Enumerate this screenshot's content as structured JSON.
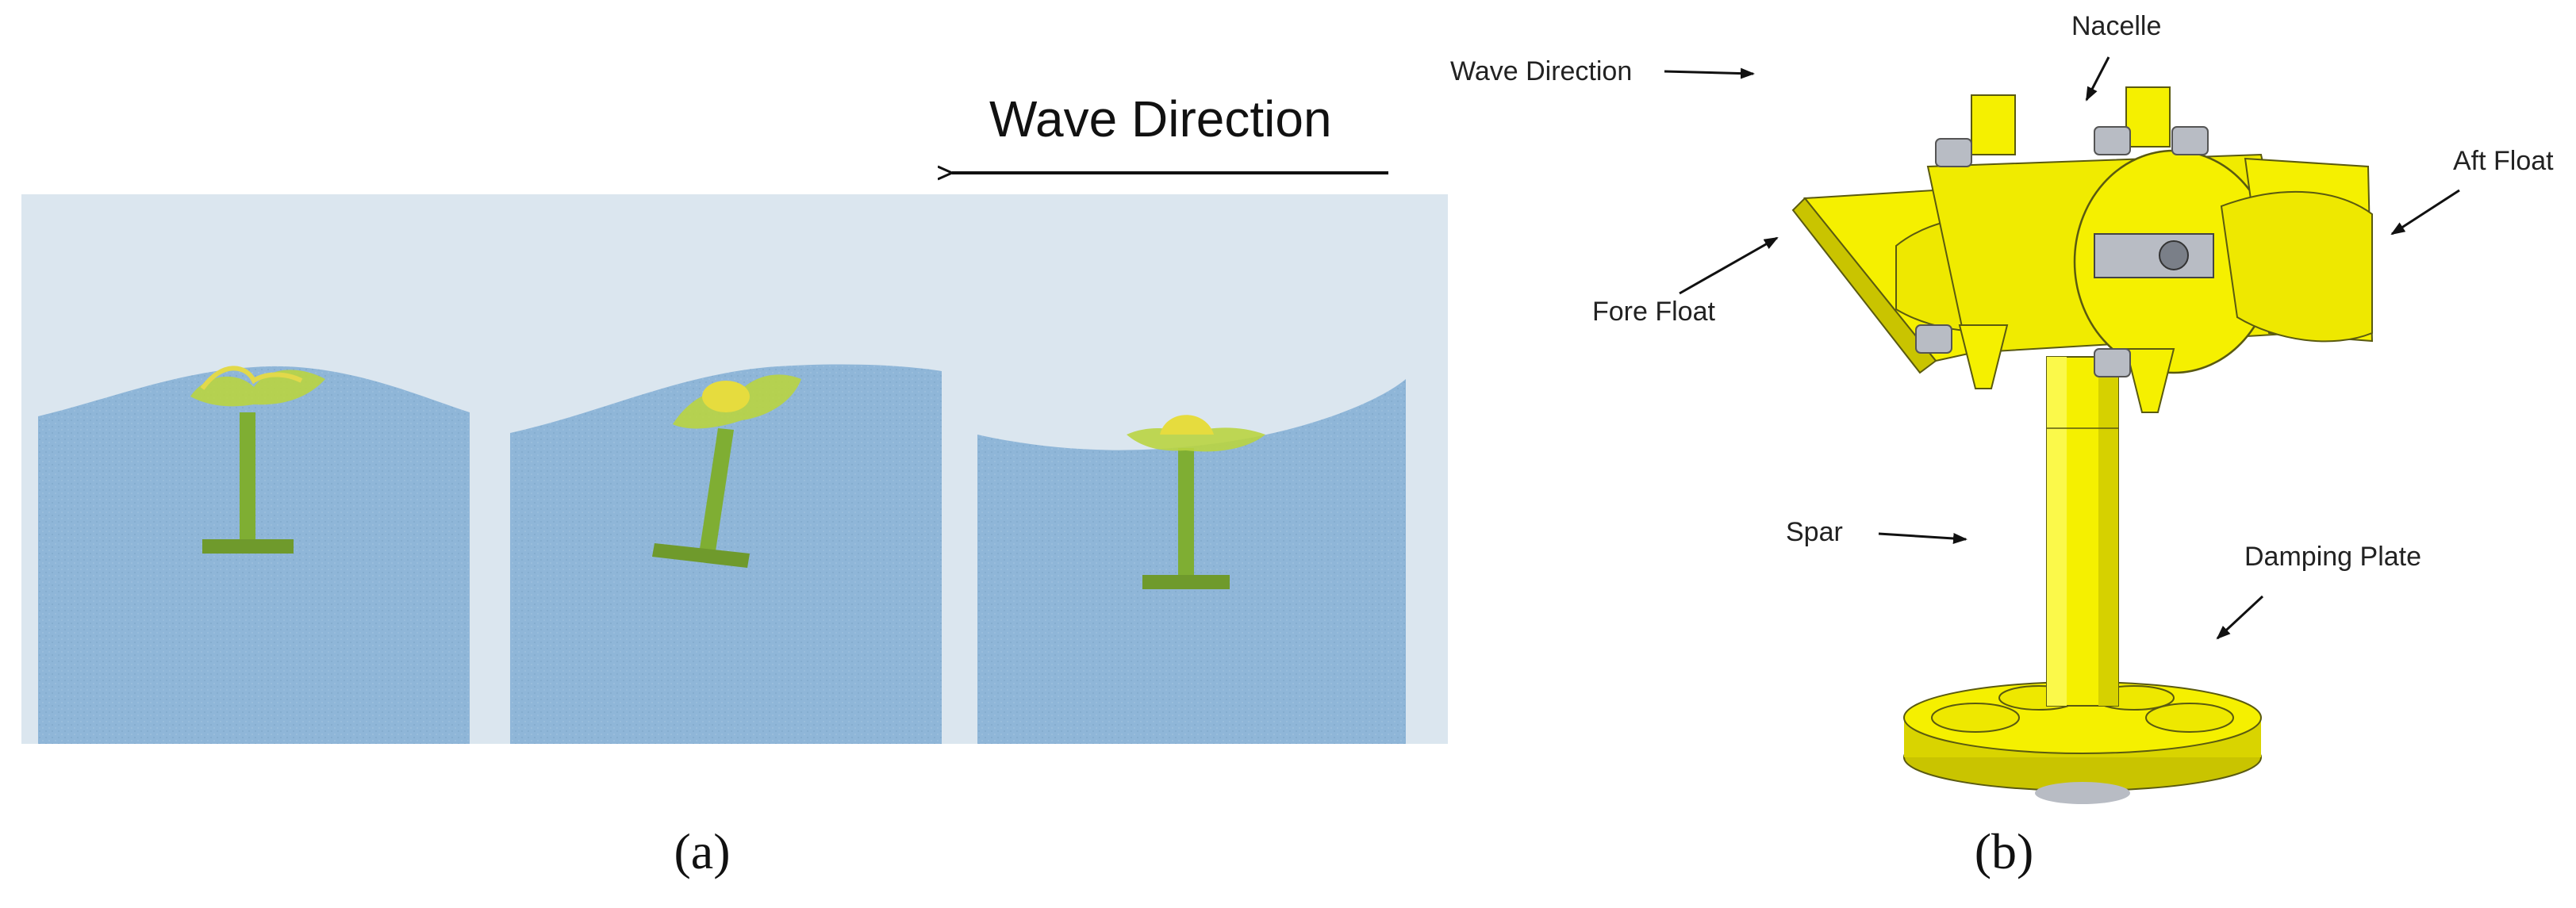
{
  "panel_a": {
    "wave_direction_label": "Wave Direction",
    "caption": "(a)",
    "colors": {
      "sky": "#dbe6ef",
      "water": "#8fb6d8",
      "device": "#9fc441",
      "device_dark": "#6f9a2c",
      "device_float": "#c9d94a"
    }
  },
  "panel_b": {
    "caption": "(b)",
    "labels": {
      "wave_direction": "Wave Direction",
      "nacelle": "Nacelle",
      "aft_float": "Aft Float",
      "fore_float": "Fore Float",
      "spar": "Spar",
      "damping_plate": "Damping Plate"
    },
    "colors": {
      "device": "#f5f000",
      "device_shadow": "#c9c400",
      "outline": "#5a5a10",
      "metal": "#b8bcc4"
    }
  }
}
